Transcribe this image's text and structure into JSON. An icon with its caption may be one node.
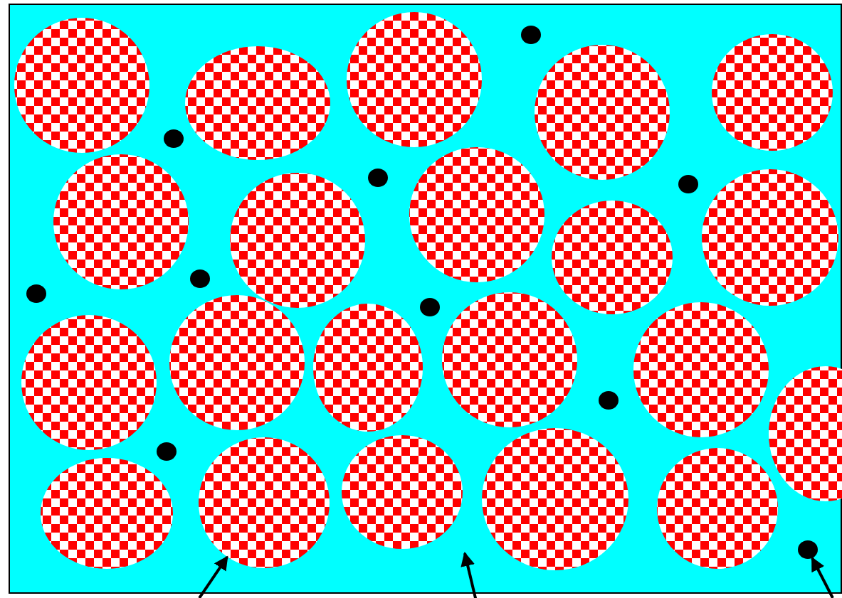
{
  "diagram": {
    "nodes": [
      {
        "text": [],
        "shape": "box"
      },
      {
        "text": [],
        "shape": "circle",
        "in": 0
      },
      {
        "text": [],
        "shape": "circle",
        "in": 0
      },
      {
        "text": [],
        "shape": "circle",
        "in": 0
      },
      {
        "text": [],
        "shape": "circle",
        "in": 0
      },
      {
        "text": [],
        "shape": "circle",
        "in": 0
      },
      {
        "text": [],
        "shape": "circle",
        "in": 0
      },
      {
        "text": [],
        "shape": "circle",
        "in": 0
      },
      {
        "text": [],
        "shape": "circle",
        "in": 0
      },
      {
        "text": [],
        "shape": "circle",
        "in": 0
      },
      {
        "text": [],
        "shape": "circle",
        "in": 0
      },
      {
        "text": [],
        "shape": "circle",
        "in": 0
      },
      {
        "text": [],
        "shape": "circle",
        "in": 0
      },
      {
        "text": [],
        "shape": "circle",
        "in": 0
      },
      {
        "text": [],
        "shape": "circle",
        "in": 0
      },
      {
        "text": [],
        "shape": "circle",
        "in": 0
      },
      {
        "text": [],
        "shape": "circle",
        "in": 0
      },
      {
        "text": [],
        "shape": "circle",
        "in": 0
      },
      {
        "text": [],
        "shape": "circle",
        "in": 0
      },
      {
        "text": [],
        "shape": "circle",
        "in": 0
      },
      {
        "text": [],
        "shape": "circle",
        "in": 0
      },
      {
        "text": [],
        "shape": "circle",
        "in": 0
      },
      {
        "text": [],
        "shape": "circle",
        "in": 0
      },
      {
        "text": [],
        "shape": "circle",
        "in": 0
      },
      {
        "text": [],
        "shape": "circle",
        "in": 0
      },
      {
        "text": [],
        "shape": "circle",
        "in": 0
      },
      {
        "text": [],
        "shape": "circle",
        "in": 0
      },
      {
        "text": [],
        "shape": "circle",
        "in": 0
      },
      {
        "text": [],
        "shape": "circle",
        "in": 0
      },
      {
        "text": [],
        "shape": "circle",
        "in": 0
      },
      {
        "text": [],
        "shape": "circle",
        "in": 0
      },
      {
        "text": [],
        "shape": "circle",
        "in": 0
      }
    ],
    "edges": [
      {
        "from": null,
        "to": 18,
        "arrow": "to"
      },
      {
        "from": null,
        "to": 0,
        "arrow": "to"
      },
      {
        "from": null,
        "to": 31,
        "arrow": "to"
      }
    ]
  }
}
